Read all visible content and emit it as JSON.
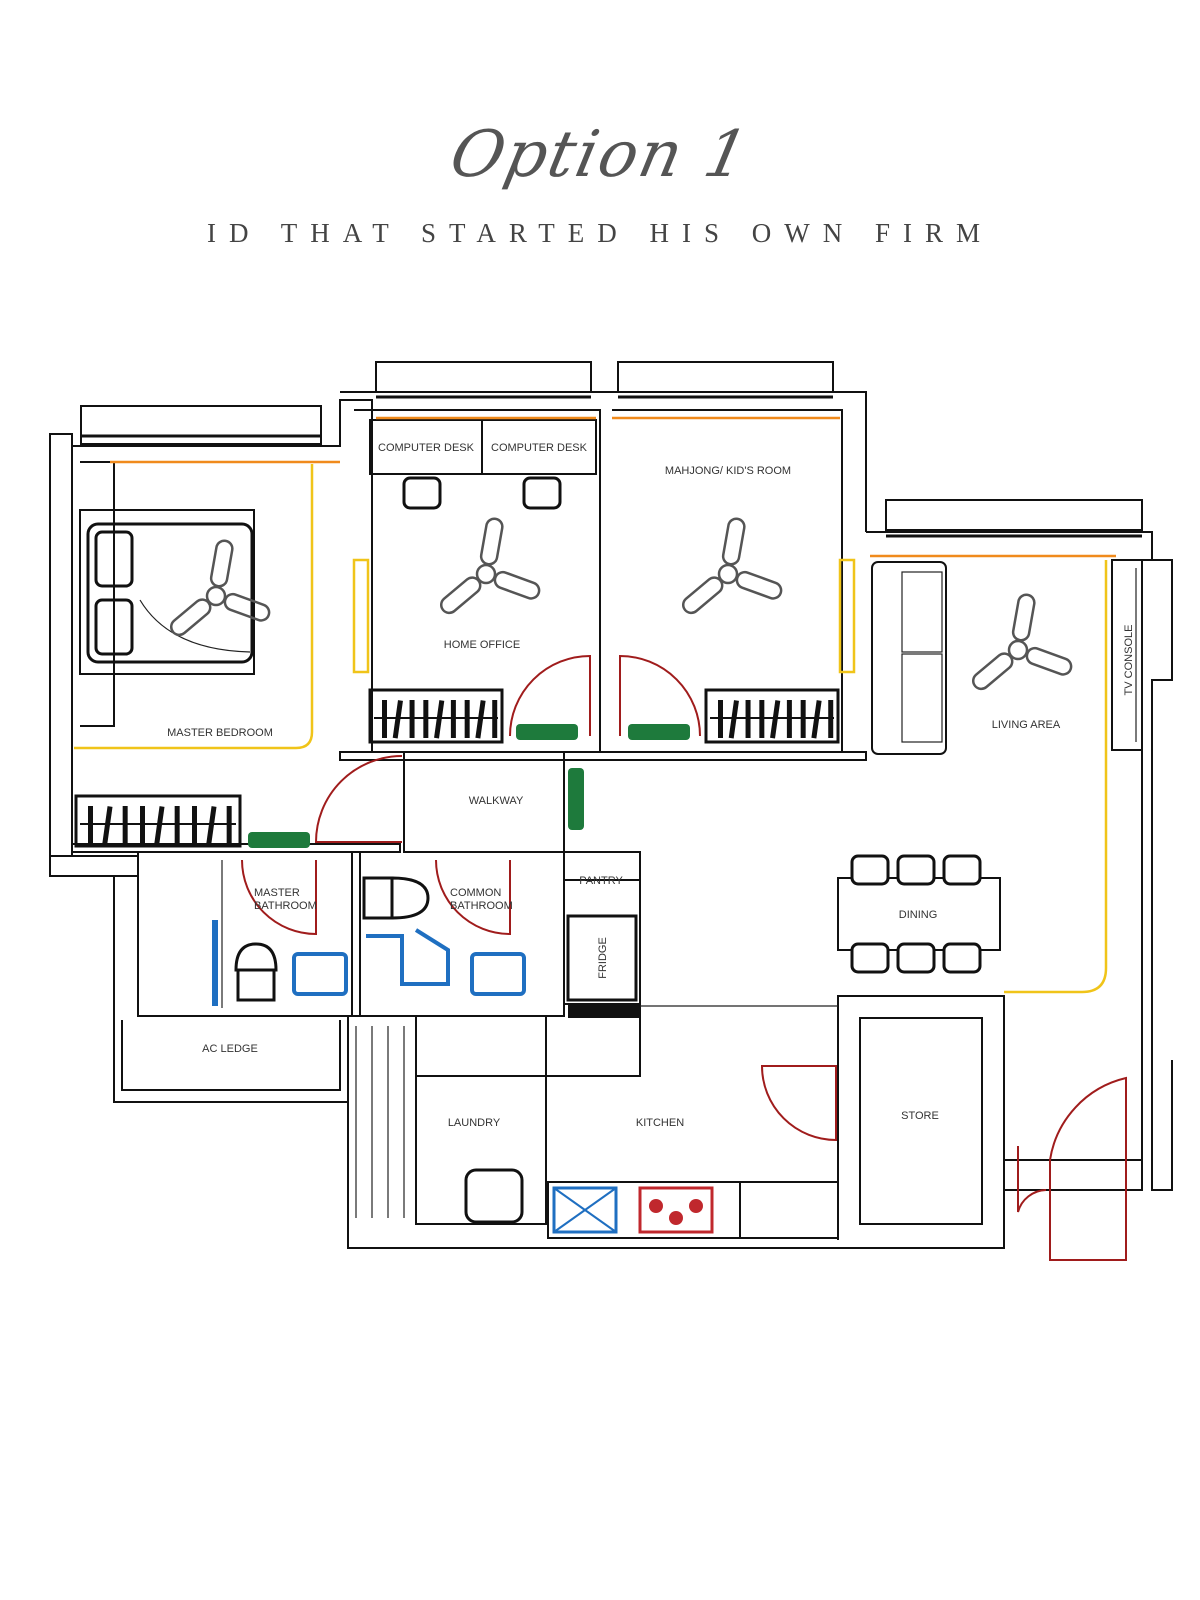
{
  "header": {
    "title": "Option 1",
    "subtitle": "ID THAT STARTED HIS OWN FIRM"
  },
  "colors": {
    "wall": "#111111",
    "door": "#a01c1c",
    "cabinet_line": "#f0c419",
    "window_line": "#f08a1c",
    "aircon": "#1e7a3c",
    "sanitary": "#1f6fc1",
    "stove": "#c0282d"
  },
  "rooms": {
    "computer_desk_1": "COMPUTER DESK",
    "computer_desk_2": "COMPUTER DESK",
    "mahjong": "MAHJONG/ KID'S ROOM",
    "home_office": "HOME OFFICE",
    "master_bedroom": "MASTER BEDROOM",
    "living_area": "LIVING AREA",
    "tv_console": "TV CONSOLE",
    "walkway": "WALKWAY",
    "pantry": "PANTRY",
    "fridge": "FRIDGE",
    "dining": "DINING",
    "master_bathroom_1": "MASTER",
    "master_bathroom_2": "BATHROOM",
    "common_bathroom_1": "COMMON",
    "common_bathroom_2": "BATHROOM",
    "ac_ledge": "AC LEDGE",
    "laundry": "LAUNDRY",
    "kitchen": "KITCHEN",
    "store": "STORE"
  }
}
